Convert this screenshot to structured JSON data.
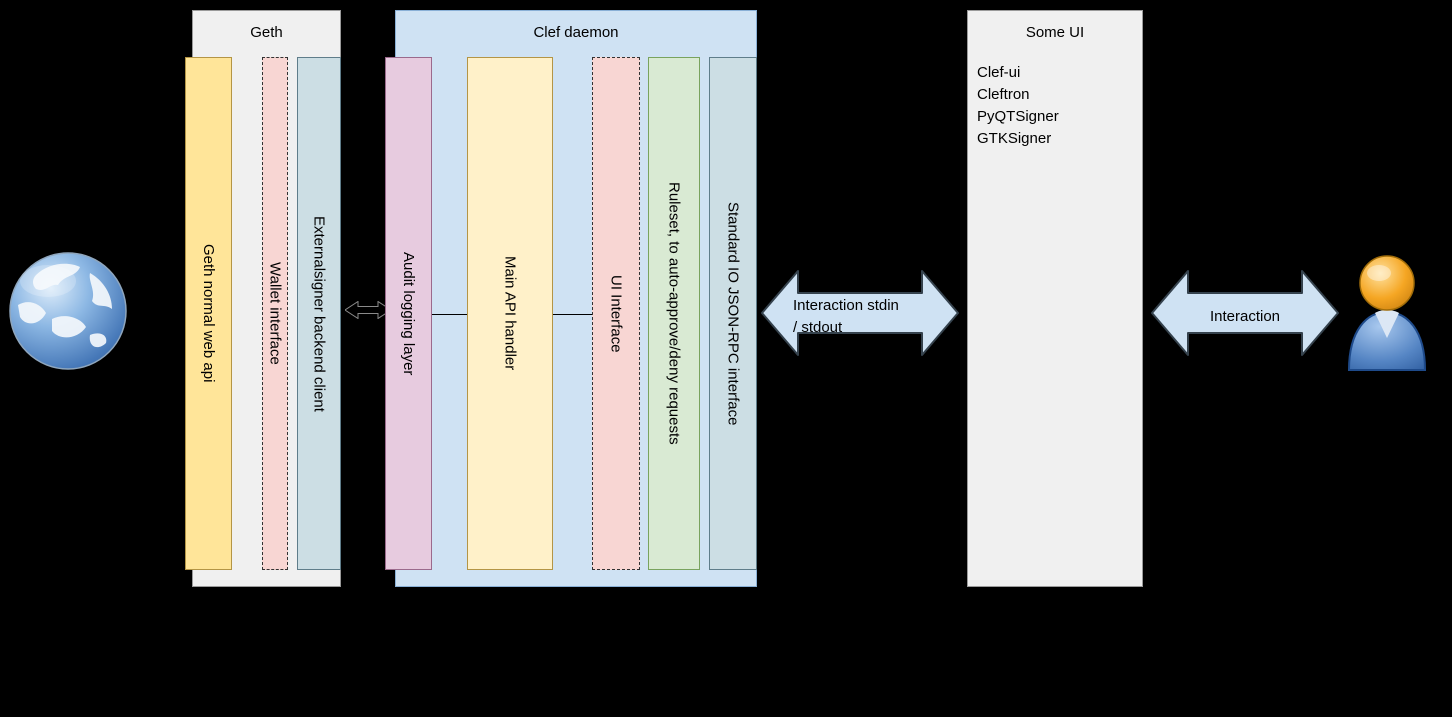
{
  "colors": {
    "background": "#000000",
    "container_gray": "#f0f0f0",
    "container_blue": "#cfe2f3",
    "bar_yellow": "#ffe599",
    "bar_yellow_light": "#fff1c9",
    "bar_mauve_pink": "#e7cbdf",
    "bar_pink_dashed": "#f8d6d3",
    "bar_blue_gray": "#ccdee4",
    "bar_green": "#d9ead3",
    "arrow_fill": "#cfe2f3",
    "small_arrow": "#000000"
  },
  "geth": {
    "title": "Geth",
    "bars": [
      {
        "label": "Geth normal web api"
      },
      {
        "label": "Wallet interface"
      },
      {
        "label": "Externalsigner backend client"
      }
    ]
  },
  "clef": {
    "title": "Clef daemon",
    "bars": [
      {
        "label": "Audit logging layer"
      },
      {
        "label": "Main API handler"
      },
      {
        "label": "UI Interface"
      },
      {
        "label": "Ruleset, to auto-approve/deny requests"
      },
      {
        "label": "Standard IO JSON-RPC interface"
      }
    ]
  },
  "some_ui": {
    "title": "Some UI",
    "items": [
      "Clef-ui",
      "Cleftron",
      "PyQTSigner",
      "GTKSigner"
    ]
  },
  "arrows": {
    "stdin_stdout": {
      "line1": "Interaction stdin",
      "line2": "/ stdout"
    },
    "interaction": {
      "label": "Interaction"
    }
  },
  "icons": {
    "left": "globe-icon",
    "right": "person-icon"
  }
}
